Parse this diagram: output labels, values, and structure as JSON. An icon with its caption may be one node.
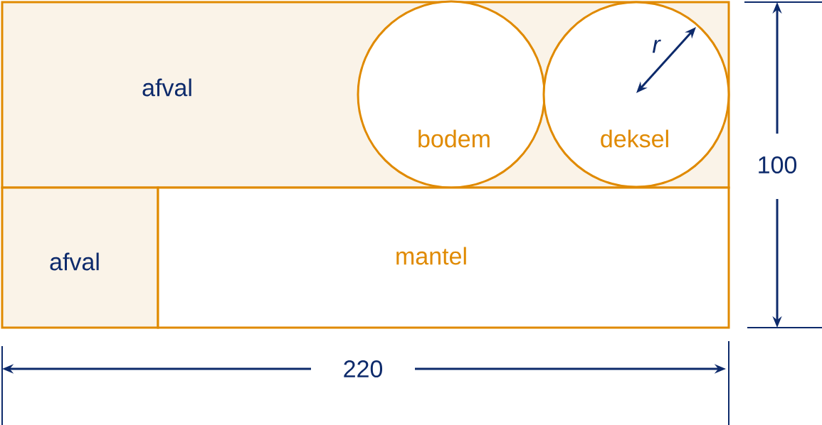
{
  "diagram": {
    "nodes": [
      {
        "text": [
          "afval"
        ]
      },
      {
        "text": [
          "bodem"
        ],
        "in": 0
      },
      {
        "text": [
          "deksel"
        ],
        "in": 0
      },
      {
        "text": [
          "afval"
        ]
      },
      {
        "text": [
          "mantel"
        ]
      }
    ],
    "edges": [],
    "labels": [
      "r",
      "100",
      "220"
    ]
  }
}
